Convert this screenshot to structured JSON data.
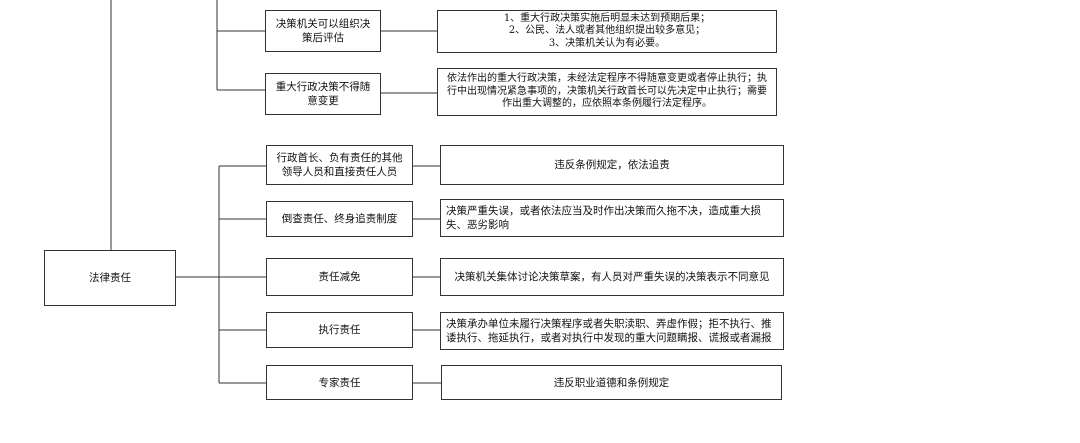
{
  "root": {
    "label": "法律责任"
  },
  "upper": [
    {
      "label": "决策机关可以组织决策后评估",
      "detail": "1、重大行政决策实施后明显未达到预期后果；\n2、公民、法人或者其他组织提出较多意见；\n3、决策机关认为有必要。"
    },
    {
      "label": "重大行政决策不得随意变更",
      "detail": "依法作出的重大行政决策，未经法定程序不得随意变更或者停止执行；执行中出现情况紧急事项的，决策机关行政首长可以先决定中止执行；需要作出重大调整的，应依照本条例履行法定程序。"
    }
  ],
  "responsibilities": [
    {
      "label": "行政首长、负有责任的其他领导人员和直接责任人员",
      "detail": "违反条例规定，依法追责"
    },
    {
      "label": "倒查责任、终身追责制度",
      "detail": "决策严重失误，或者依法应当及时作出决策而久拖不决，造成重大损失、恶劣影响"
    },
    {
      "label": "责任减免",
      "detail": "决策机关集体讨论决策草案，有人员对严重失误的决策表示不同意见"
    },
    {
      "label": "执行责任",
      "detail": "决策承办单位未履行决策程序或者失职渎职、弄虚作假；拒不执行、推诿执行、拖延执行，或者对执行中发现的重大问题瞒报、谎报或者漏报"
    },
    {
      "label": "专家责任",
      "detail": "违反职业道德和条例规定"
    }
  ]
}
